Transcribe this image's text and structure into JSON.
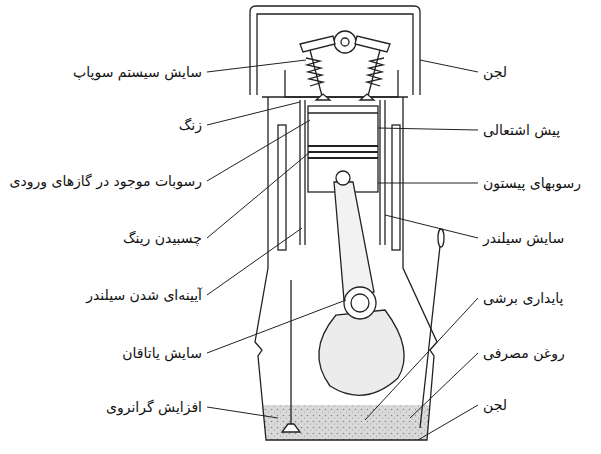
{
  "diagram": {
    "labels": [
      "سایش سیستم سوپاپ",
      "لجن",
      "زنگ",
      "پیش اشتعالی",
      "رسوبات موجود در گازهای ورودی",
      "رسوبهای پیستون",
      "چسبیدن رینگ",
      "سایش سیلندر",
      "آیینه‌ای شدن سیلندر",
      "پایداری برشی",
      "سایش یاتاقان",
      "روغن مصرفی",
      "افزایش گرانروی",
      "لجن"
    ]
  }
}
